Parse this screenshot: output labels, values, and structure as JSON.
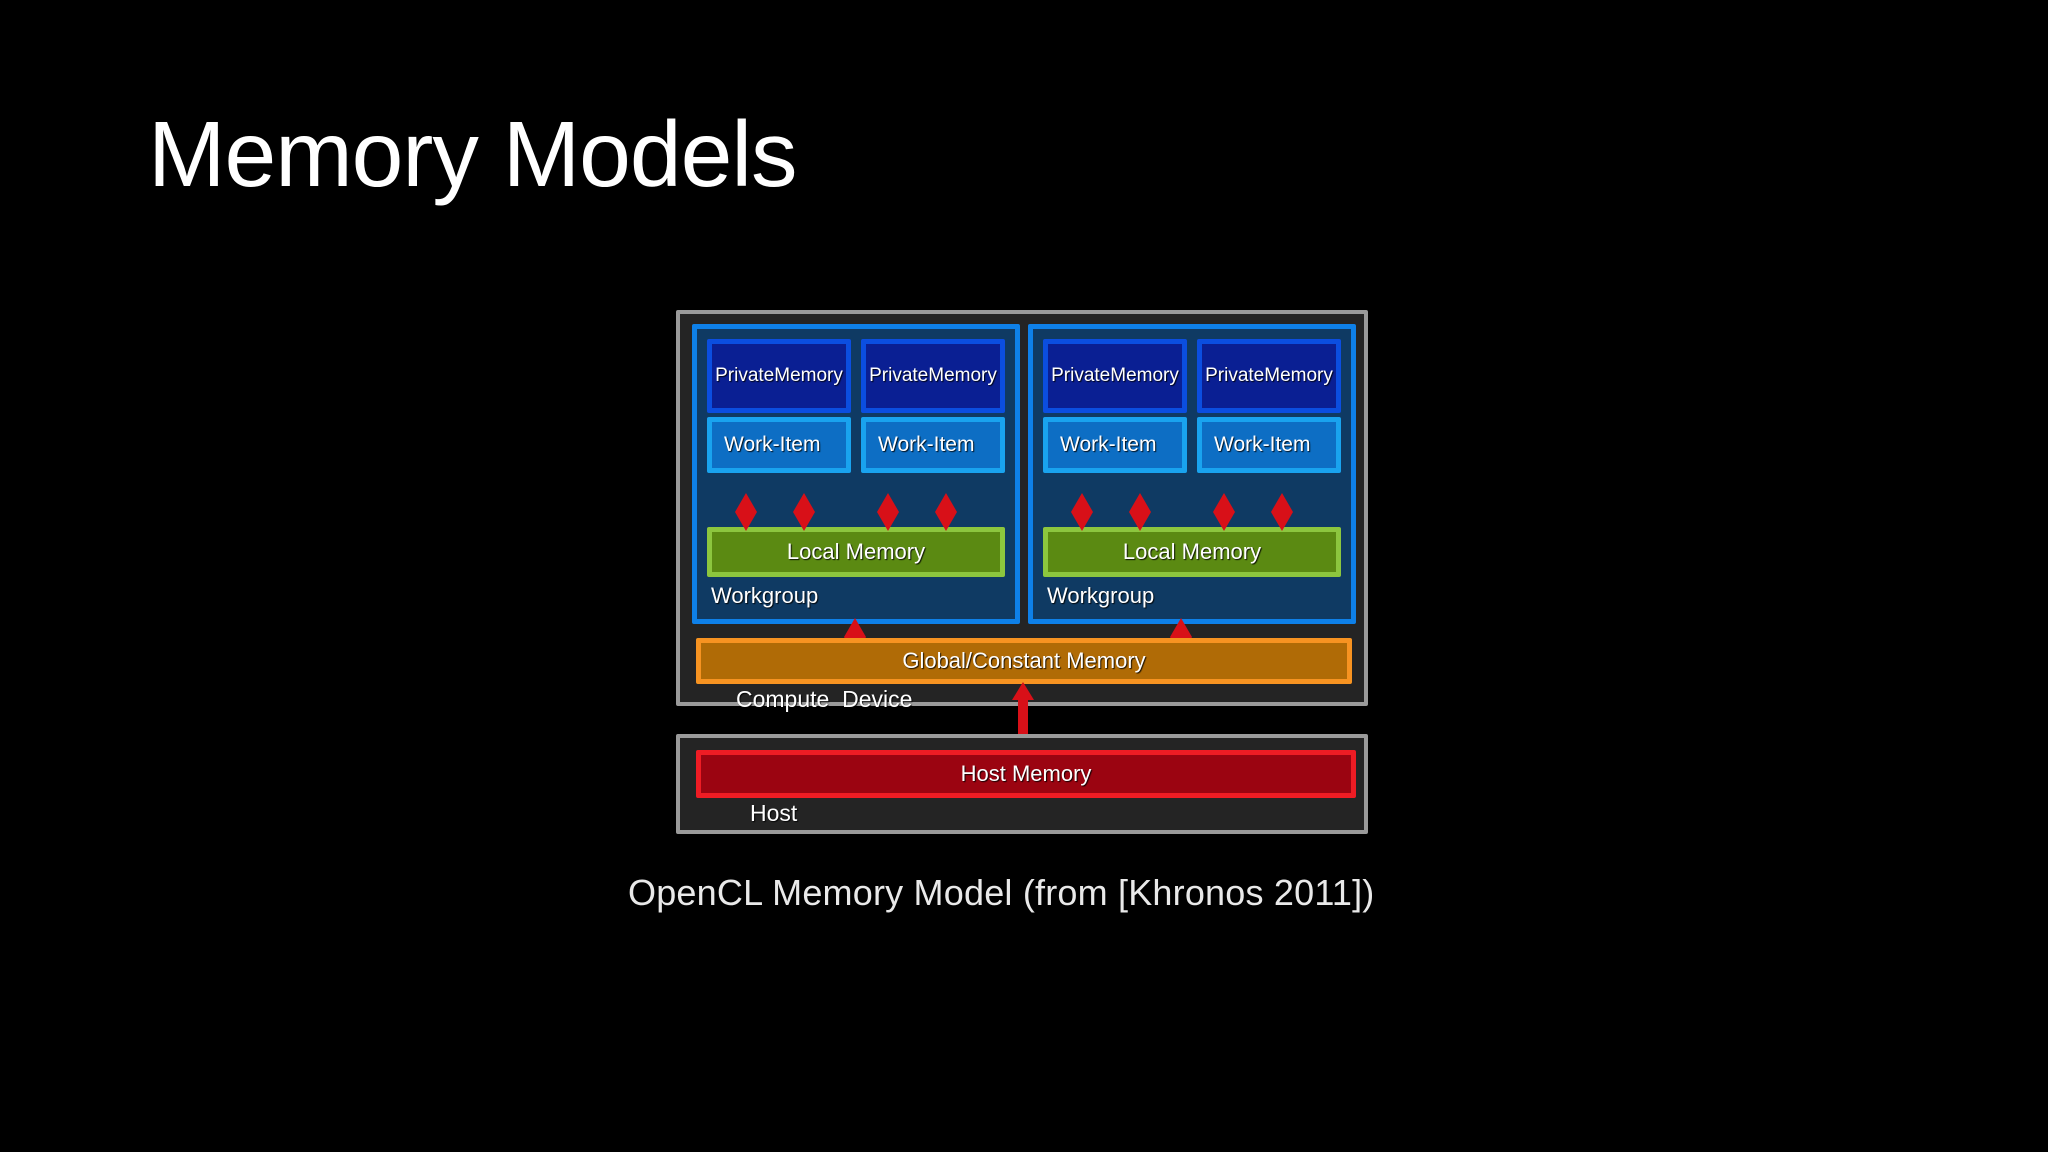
{
  "slide": {
    "title": "Memory Models",
    "background_color": "#000000",
    "caption": "OpenCL Memory Model (from [Khronos 2011])"
  },
  "colors": {
    "frame_border": "#9a9a9a",
    "frame_fill": "#242424",
    "workgroup_border": "#0e80e8",
    "workgroup_fill": "#0f3a63",
    "private_memory_fill": "#0a1f93",
    "private_memory_border": "#0b4ee0",
    "work_item_fill": "#0d6ec4",
    "work_item_border": "#19a3ef",
    "local_memory_fill": "#5b8a12",
    "local_memory_border": "#8cc63e",
    "global_memory_fill": "#b06b06",
    "global_memory_border": "#f79321",
    "host_memory_fill": "#9b0411",
    "host_memory_border": "#ee1c24",
    "arrow_red": "#d81018"
  },
  "diagram": {
    "compute_device": {
      "label": "Compute  Device",
      "workgroups": [
        {
          "label": "Workgroup",
          "work_items": [
            {
              "private_memory": "Private\nMemory",
              "private_memory_line1": "Private",
              "private_memory_line2": "Memory",
              "name": "Work-Item"
            },
            {
              "private_memory": "Private\nMemory",
              "private_memory_line1": "Private",
              "private_memory_line2": "Memory",
              "name": "Work-Item"
            }
          ],
          "local_memory": "Local Memory",
          "arrow_count": 4
        },
        {
          "label": "Workgroup",
          "work_items": [
            {
              "private_memory": "Private\nMemory",
              "private_memory_line1": "Private",
              "private_memory_line2": "Memory",
              "name": "Work-Item"
            },
            {
              "private_memory": "Private\nMemory",
              "private_memory_line1": "Private",
              "private_memory_line2": "Memory",
              "name": "Work-Item"
            }
          ],
          "local_memory": "Local Memory",
          "arrow_count": 4
        }
      ],
      "global_memory": "Global/Constant Memory"
    },
    "host": {
      "label": "Host",
      "host_memory": "Host Memory"
    }
  }
}
